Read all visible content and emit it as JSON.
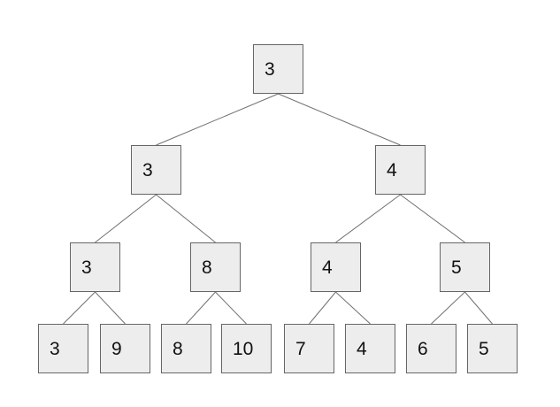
{
  "tree": {
    "type": "binary-tree",
    "description": "Min segment tree diagram: each parent holds the minimum of its two children",
    "levels": [
      {
        "nodes": [
          {
            "value": "3"
          }
        ]
      },
      {
        "nodes": [
          {
            "value": "3"
          },
          {
            "value": "4"
          }
        ]
      },
      {
        "nodes": [
          {
            "value": "3"
          },
          {
            "value": "8"
          },
          {
            "value": "4"
          },
          {
            "value": "5"
          }
        ]
      },
      {
        "nodes": [
          {
            "value": "3"
          },
          {
            "value": "9"
          },
          {
            "value": "8"
          },
          {
            "value": "10"
          },
          {
            "value": "7"
          },
          {
            "value": "4"
          },
          {
            "value": "6"
          },
          {
            "value": "5"
          }
        ]
      }
    ],
    "leaf_values": [
      3,
      9,
      8,
      10,
      7,
      4,
      6,
      5
    ],
    "colors": {
      "node_fill": "#ededed",
      "node_border": "#666666",
      "edge": "#707070",
      "text": "#111111",
      "background": "#ffffff"
    }
  }
}
